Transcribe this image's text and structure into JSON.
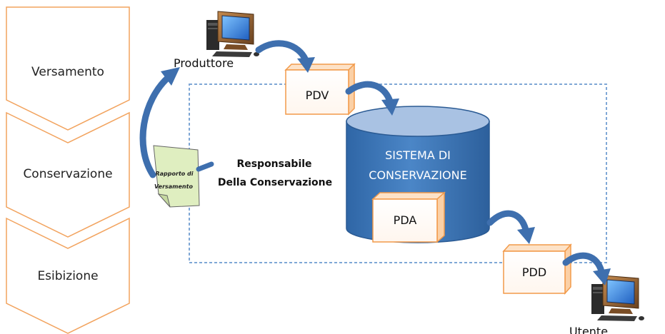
{
  "phases": [
    {
      "label": "Versamento"
    },
    {
      "label": "Conservazione"
    },
    {
      "label": "Esibizione"
    }
  ],
  "actors": {
    "producer": "Produttore",
    "user": "Utente",
    "responsible_line1": "Responsabile",
    "responsible_line2": "Della Conservazione"
  },
  "packages": {
    "pdv": "PDV",
    "pda": "PDA",
    "pdd": "PDD"
  },
  "system": {
    "line1": "SISTEMA DI",
    "line2": "CONSERVAZIONE"
  },
  "document": {
    "line1": "Rapporto di",
    "line2": "Versamento"
  },
  "colors": {
    "chevron_stroke": "#f2a35e",
    "box_stroke": "#f29a4a",
    "cylinder_fill": "#3d78b8",
    "cylinder_top": "#a9c2e3",
    "arrow_fill": "#3e6fae",
    "dashed_border": "#7fa7d6",
    "document_fill": "#dfeec0"
  },
  "icons": [
    "computer-icon",
    "document-icon",
    "curved-arrow-icon"
  ]
}
